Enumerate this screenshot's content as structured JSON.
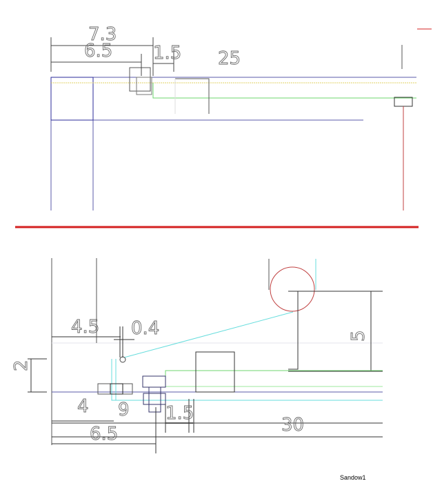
{
  "top_view": {
    "dimensions": [
      "7.3",
      "6.5",
      "1.5",
      "25"
    ]
  },
  "bottom_view": {
    "dimensions": [
      "4.5",
      "0.4",
      "2",
      "5",
      "4",
      "9",
      "1.5",
      "30",
      "6.5"
    ]
  },
  "drawing_label": "Sandow1",
  "colors": {
    "separator": "#d42020",
    "frame": "#5a5aa8",
    "rope": "#66dddd",
    "green": "#6cd66c",
    "yellow": "#e0d060",
    "red_post": "#c04040",
    "ink": "#444444"
  }
}
